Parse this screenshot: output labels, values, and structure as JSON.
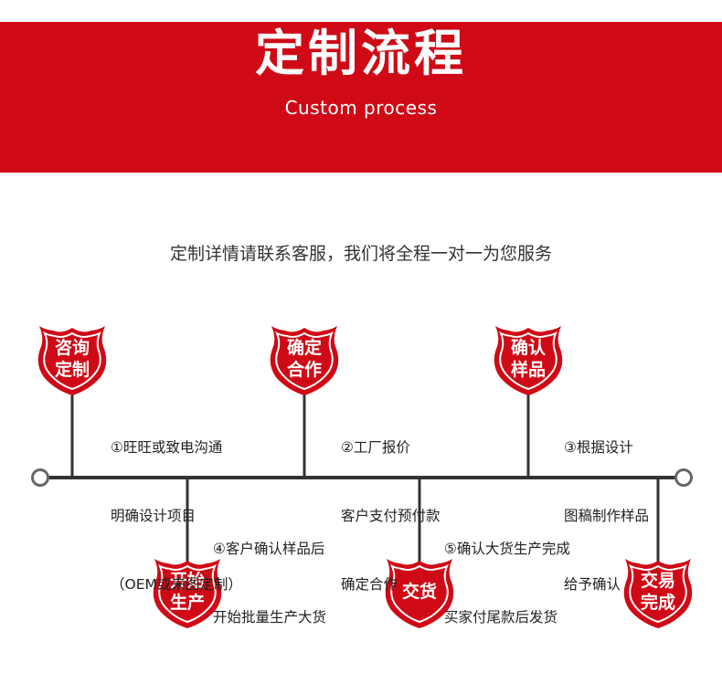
{
  "header": {
    "title": "定制流程",
    "subtitle": "Custom process",
    "background": "#cf0a16"
  },
  "intro": "定制详情请联系客服，我们将全程一对一为您服务",
  "steps": [
    {
      "badge": "咨询\n定制",
      "lines": [
        "①旺旺或致电沟通",
        "明确设计项目",
        "（OEM或来图定制）"
      ]
    },
    {
      "badge": "确定\n合作",
      "lines": [
        "②工厂报价",
        "客户支付预付款",
        "确定合作"
      ]
    },
    {
      "badge": "确认\n样品",
      "lines": [
        "③根据设计",
        "图稿制作样品",
        "给予确认"
      ]
    },
    {
      "badge": "开始\n生产",
      "lines": [
        "④客户确认样品后",
        "开始批量生产大货"
      ]
    },
    {
      "badge": "交货",
      "lines": [
        "⑤确认大货生产完成",
        "买家付尾款后发货"
      ]
    },
    {
      "badge": "交易\n完成",
      "lines": []
    }
  ],
  "colors": {
    "accent": "#cf0a16",
    "line": "#333333"
  }
}
